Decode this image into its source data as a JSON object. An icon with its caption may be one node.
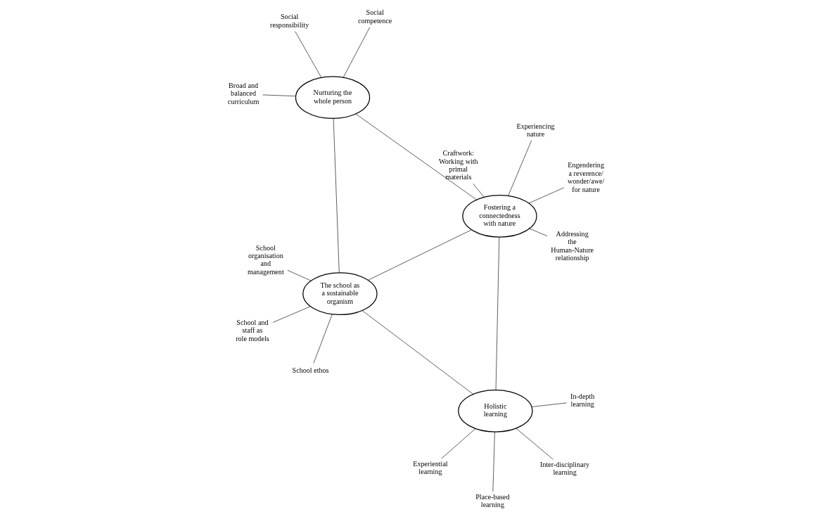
{
  "diagram": {
    "nodes": [
      {
        "text": [
          "The school as a sustainable organism"
        ]
      },
      {
        "text": [
          "Holistic learning"
        ]
      },
      {
        "text": [
          "Fostering a connectedness with nature"
        ]
      },
      {
        "text": [
          "Nurturing the whole person"
        ]
      },
      {
        "text": [
          "School ethos"
        ]
      },
      {
        "text": [
          "School organisation and management"
        ]
      },
      {
        "text": [
          "School and staff as role models"
        ]
      },
      {
        "text": [
          "In-depth learning"
        ]
      },
      {
        "text": [
          "Experiential learning"
        ]
      },
      {
        "text": [
          "Inter-disciplinary learning"
        ]
      },
      {
        "text": [
          "Place-based learning"
        ]
      },
      {
        "text": [
          "Craftwork: Working with primal materials"
        ]
      },
      {
        "text": [
          "Addressing the Human-Nature relationship"
        ]
      },
      {
        "text": [
          "Engendering a reverence/ wonder/awe/ for nature"
        ]
      },
      {
        "text": [
          "Experiencing nature"
        ]
      },
      {
        "text": [
          "Broad and balanced curriculum"
        ]
      },
      {
        "text": [
          "Social competence"
        ]
      },
      {
        "text": [
          "Social responsibility"
        ]
      }
    ],
    "edges": [
      {
        "from": 0,
        "to": 1,
        "arrow": "none"
      },
      {
        "from": 0,
        "to": 2,
        "arrow": "none"
      },
      {
        "from": 0,
        "to": 3,
        "arrow": "none"
      },
      {
        "from": 1,
        "to": 2,
        "arrow": "none"
      },
      {
        "from": 2,
        "to": 3,
        "arrow": "none"
      },
      {
        "from": 4,
        "to": 0,
        "arrow": "none"
      },
      {
        "from": 5,
        "to": 0,
        "arrow": "none"
      },
      {
        "from": 6,
        "to": 0,
        "arrow": "none"
      },
      {
        "from": 7,
        "to": 1,
        "arrow": "none"
      },
      {
        "from": 8,
        "to": 1,
        "arrow": "none"
      },
      {
        "from": 9,
        "to": 1,
        "arrow": "none"
      },
      {
        "from": 10,
        "to": 1,
        "arrow": "none"
      },
      {
        "from": 11,
        "to": 2,
        "arrow": "none"
      },
      {
        "from": 12,
        "to": 2,
        "arrow": "none"
      },
      {
        "from": 13,
        "to": 2,
        "arrow": "none"
      },
      {
        "from": 14,
        "to": 2,
        "arrow": "none"
      },
      {
        "from": 15,
        "to": 3,
        "arrow": "none"
      },
      {
        "from": 16,
        "to": 3,
        "arrow": "none"
      },
      {
        "from": 17,
        "to": 3,
        "arrow": "none"
      }
    ]
  }
}
